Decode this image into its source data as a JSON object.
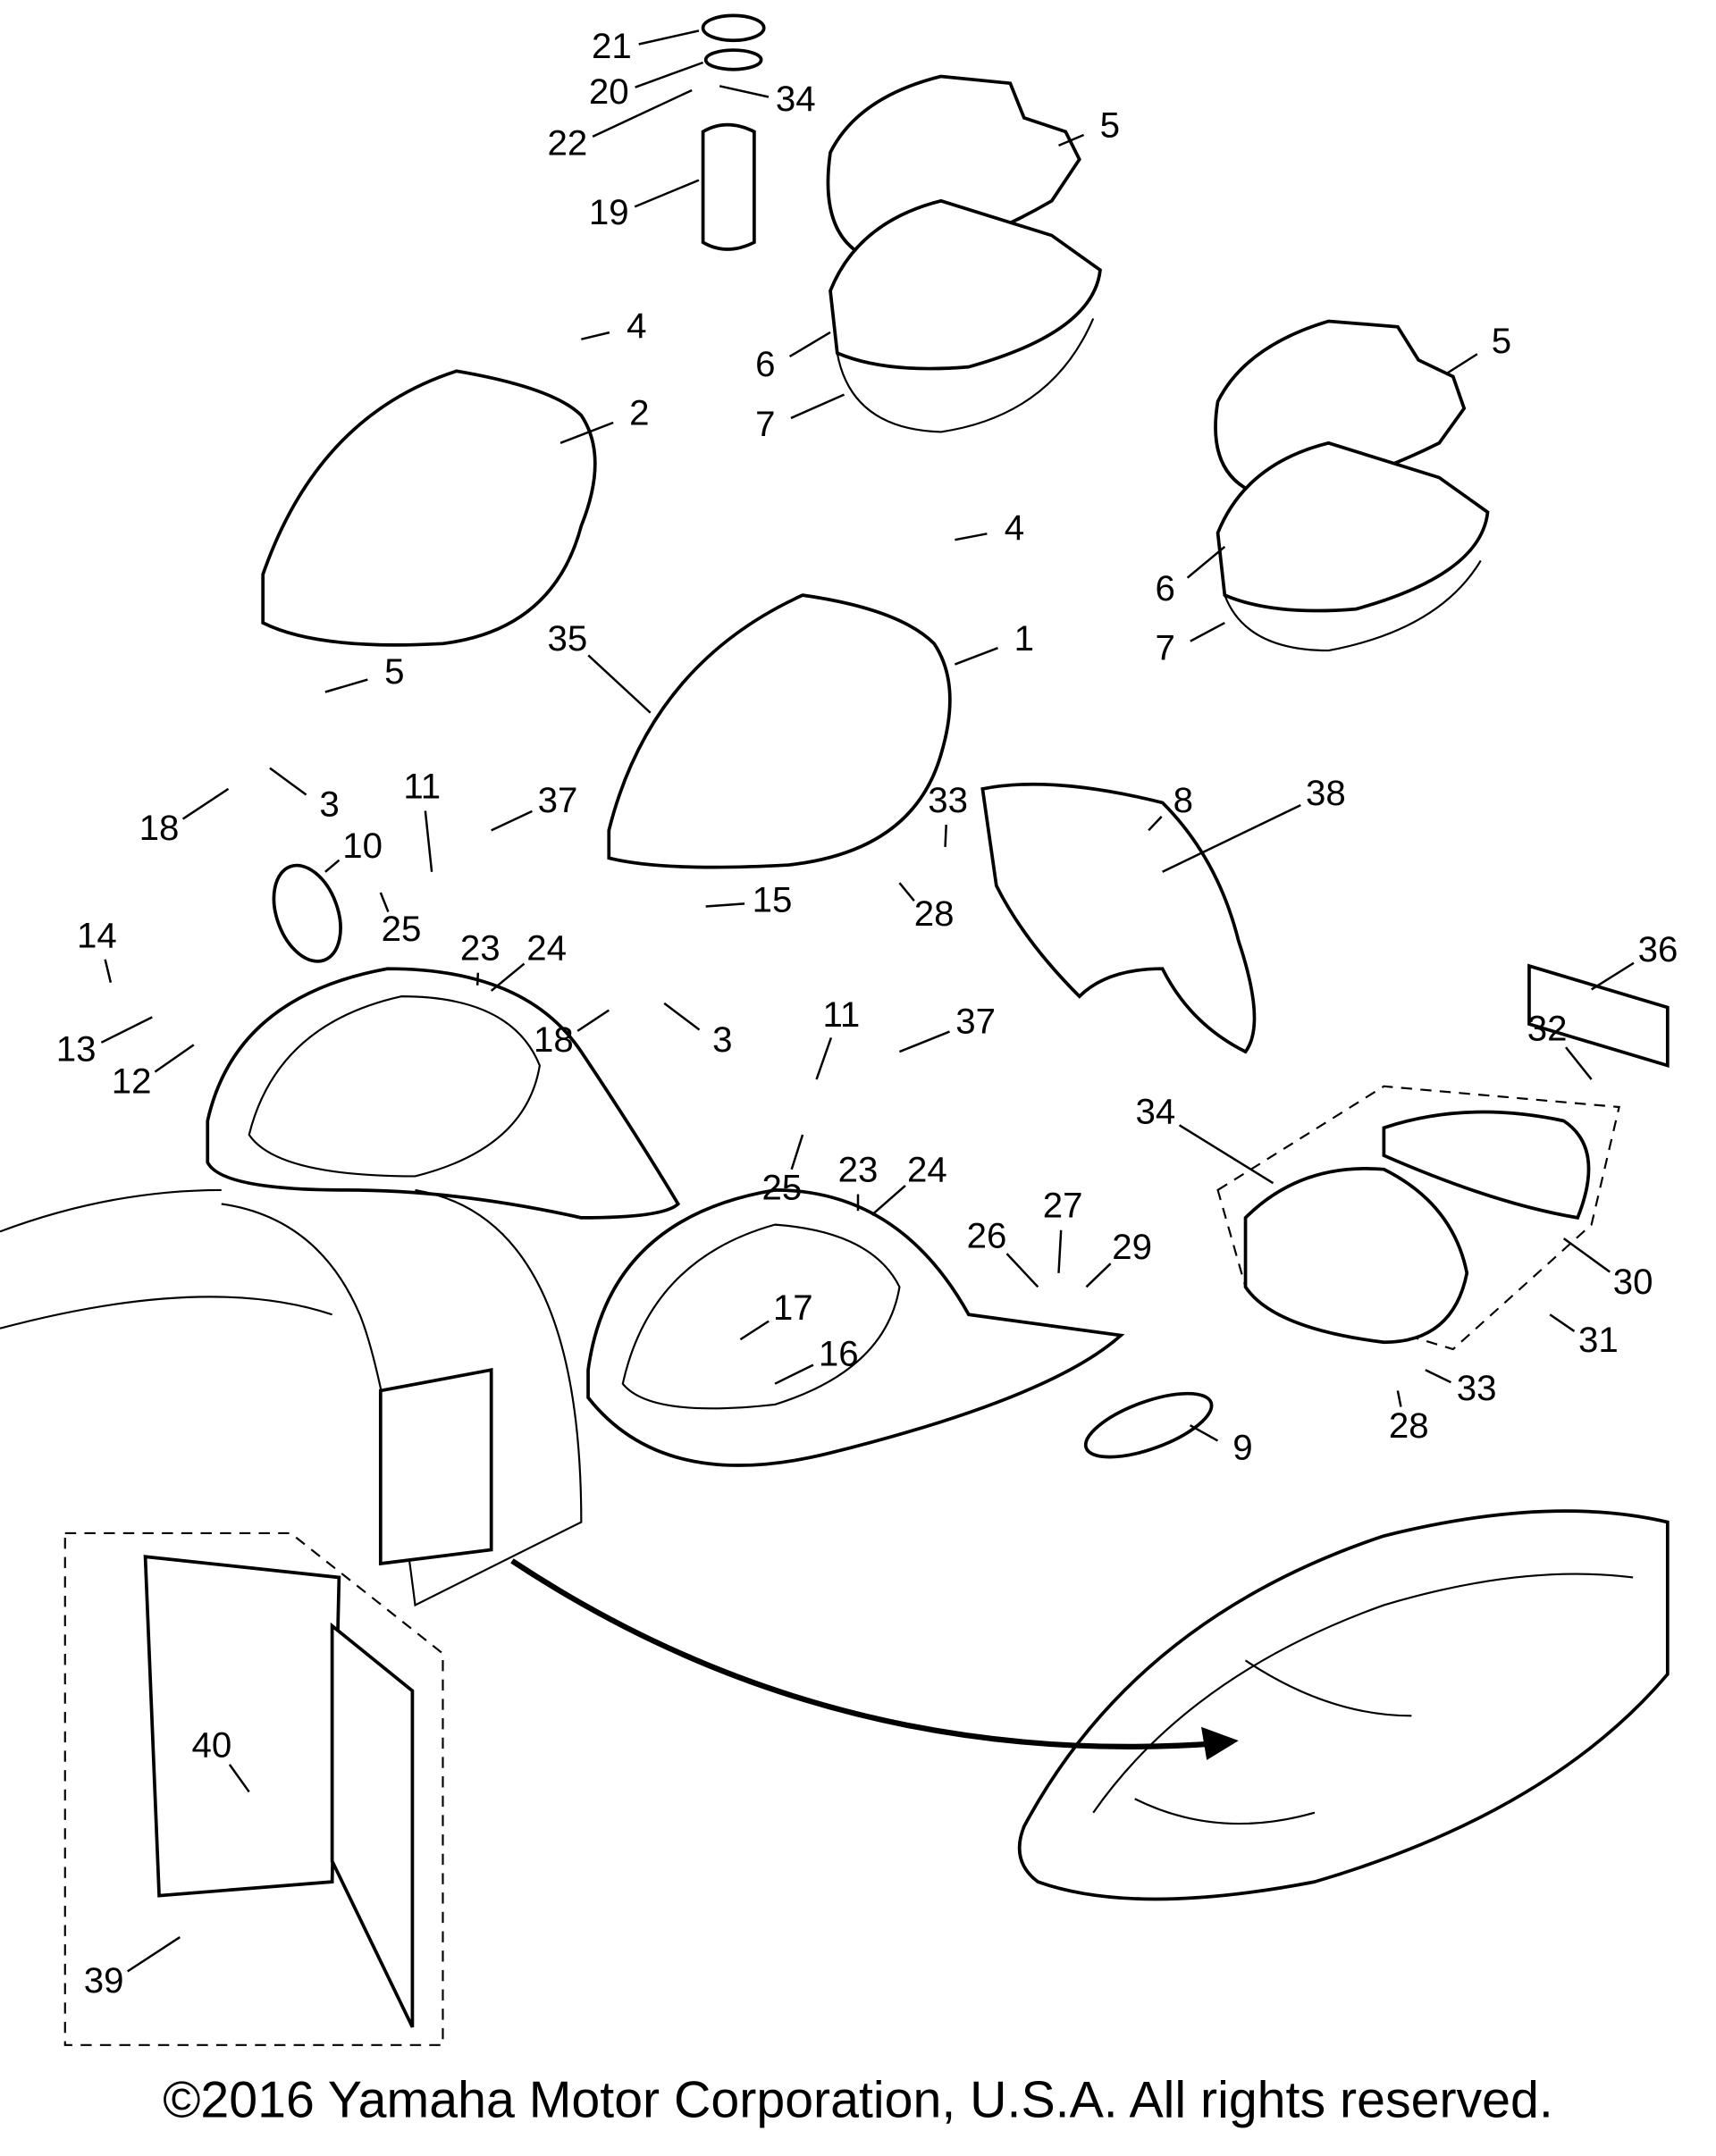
{
  "diagram": {
    "callouts": [
      "21",
      "20",
      "34",
      "22",
      "19",
      "5",
      "4",
      "2",
      "6",
      "7",
      "5",
      "6",
      "7",
      "4",
      "1",
      "35",
      "5",
      "3",
      "18",
      "11",
      "37",
      "10",
      "25",
      "14",
      "13",
      "12",
      "23",
      "24",
      "33",
      "8",
      "38",
      "28",
      "15",
      "18",
      "3",
      "11",
      "37",
      "36",
      "32",
      "34",
      "25",
      "23",
      "24",
      "26",
      "27",
      "29",
      "17",
      "16",
      "30",
      "31",
      "33",
      "28",
      "9",
      "40",
      "39"
    ]
  },
  "footer": {
    "copyright": "©2016 Yamaha Motor Corporation, U.S.A. All rights reserved."
  }
}
